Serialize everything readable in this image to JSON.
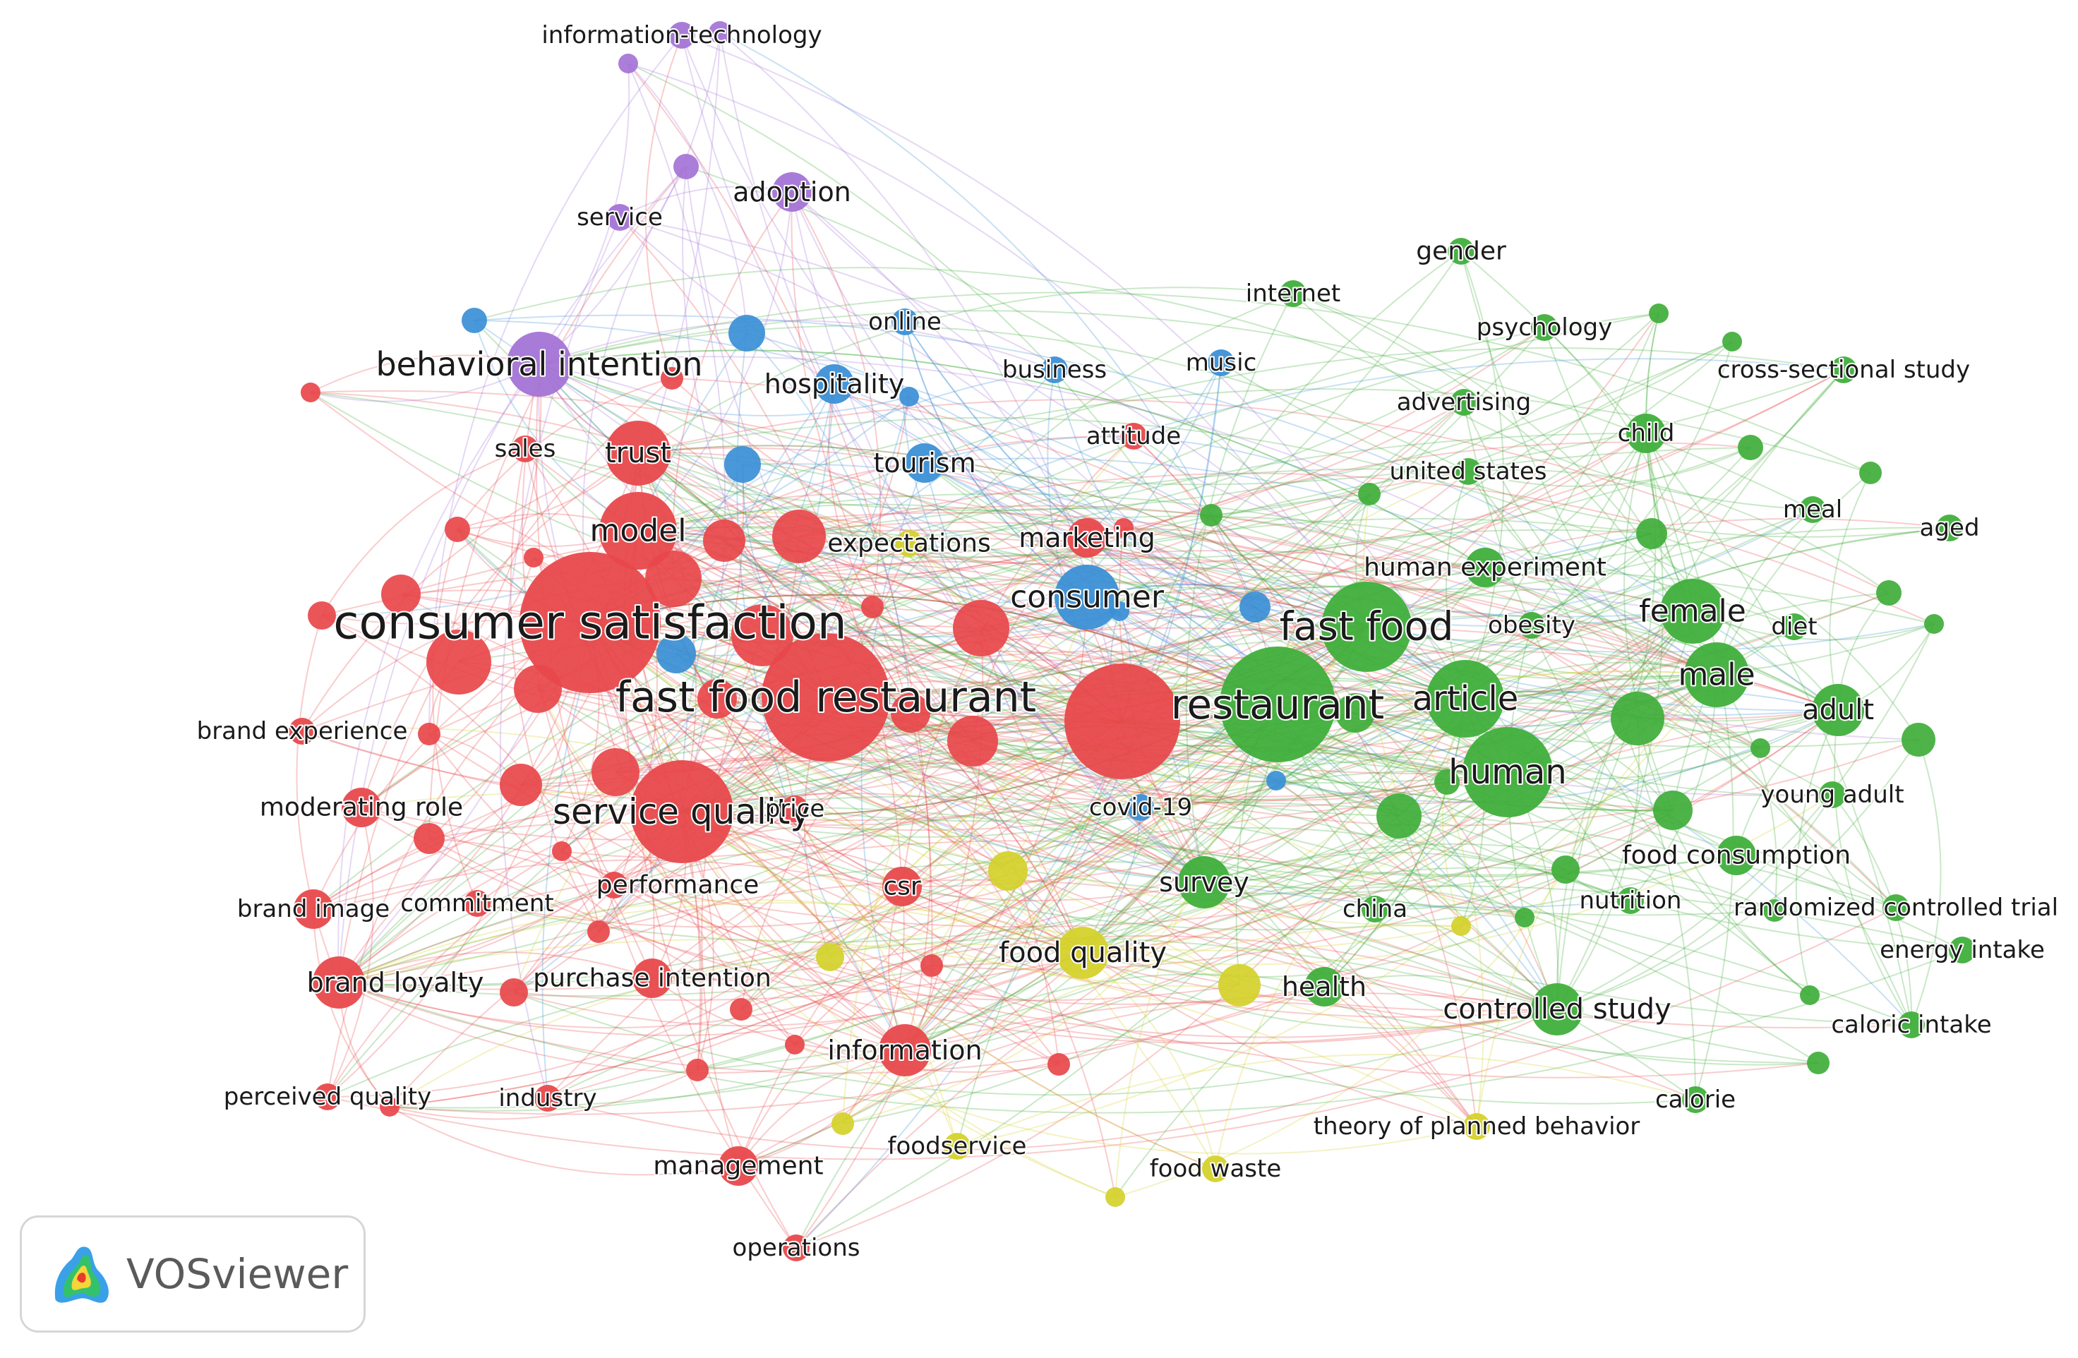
{
  "app": {
    "brand_text": "VOSviewer",
    "logo_icon": "vosviewer-density-logo-icon"
  },
  "clusters": {
    "red": "#e8474a",
    "green": "#3fae3a",
    "blue": "#3a8fd6",
    "yellow": "#d4d12a",
    "purple": "#a473d6"
  },
  "nodes": [
    {
      "id": "consumer-satisfaction",
      "label": "consumer satisfaction",
      "cluster": "red",
      "weight": 10
    },
    {
      "id": "fast-food-restaurant",
      "label": "fast food restaurant",
      "cluster": "red",
      "weight": 9
    },
    {
      "id": "service-quality",
      "label": "service quality",
      "cluster": "red",
      "weight": 7
    },
    {
      "id": "model",
      "label": "model",
      "cluster": "red",
      "weight": 5
    },
    {
      "id": "trust",
      "label": "trust",
      "cluster": "red",
      "weight": 4
    },
    {
      "id": "sales",
      "label": "sales",
      "cluster": "red",
      "weight": 1
    },
    {
      "id": "marketing",
      "label": "marketing",
      "cluster": "red",
      "weight": 2
    },
    {
      "id": "attitude",
      "label": "attitude",
      "cluster": "red",
      "weight": 1
    },
    {
      "id": "brand-experience",
      "label": "brand experience",
      "cluster": "red",
      "weight": 1
    },
    {
      "id": "moderating-role",
      "label": "moderating role",
      "cluster": "red",
      "weight": 2
    },
    {
      "id": "brand-image",
      "label": "brand image",
      "cluster": "red",
      "weight": 2
    },
    {
      "id": "commitment",
      "label": "commitment",
      "cluster": "red",
      "weight": 1
    },
    {
      "id": "performance",
      "label": "performance",
      "cluster": "red",
      "weight": 1
    },
    {
      "id": "price",
      "label": "price",
      "cluster": "red",
      "weight": 1
    },
    {
      "id": "csr",
      "label": "csr",
      "cluster": "red",
      "weight": 2
    },
    {
      "id": "brand-loyalty",
      "label": "brand loyalty",
      "cluster": "red",
      "weight": 3
    },
    {
      "id": "purchase-intention",
      "label": "purchase intention",
      "cluster": "red",
      "weight": 2
    },
    {
      "id": "information",
      "label": "information",
      "cluster": "red",
      "weight": 3
    },
    {
      "id": "perceived-quality",
      "label": "perceived quality",
      "cluster": "red",
      "weight": 1
    },
    {
      "id": "industry",
      "label": "industry",
      "cluster": "red",
      "weight": 1
    },
    {
      "id": "management",
      "label": "management",
      "cluster": "red",
      "weight": 2
    },
    {
      "id": "operations",
      "label": "operations",
      "cluster": "red",
      "weight": 1
    },
    {
      "id": "restaurant-red",
      "label": "",
      "cluster": "red",
      "weight": 8
    },
    {
      "id": "restaurant",
      "label": "restaurant",
      "cluster": "green",
      "weight": 8
    },
    {
      "id": "fast-food",
      "label": "fast food",
      "cluster": "green",
      "weight": 6
    },
    {
      "id": "article",
      "label": "article",
      "cluster": "green",
      "weight": 5
    },
    {
      "id": "human",
      "label": "human",
      "cluster": "green",
      "weight": 6
    },
    {
      "id": "female",
      "label": "female",
      "cluster": "green",
      "weight": 4
    },
    {
      "id": "male",
      "label": "male",
      "cluster": "green",
      "weight": 4
    },
    {
      "id": "adult",
      "label": "adult",
      "cluster": "green",
      "weight": 3
    },
    {
      "id": "obesity",
      "label": "obesity",
      "cluster": "green",
      "weight": 1
    },
    {
      "id": "diet",
      "label": "diet",
      "cluster": "green",
      "weight": 1
    },
    {
      "id": "human-experiment",
      "label": "human experiment",
      "cluster": "green",
      "weight": 2
    },
    {
      "id": "gender",
      "label": "gender",
      "cluster": "green",
      "weight": 1
    },
    {
      "id": "internet",
      "label": "internet",
      "cluster": "green",
      "weight": 1
    },
    {
      "id": "psychology",
      "label": "psychology",
      "cluster": "green",
      "weight": 1
    },
    {
      "id": "advertising",
      "label": "advertising",
      "cluster": "green",
      "weight": 1
    },
    {
      "id": "cross-sectional-study",
      "label": "cross-sectional study",
      "cluster": "green",
      "weight": 1
    },
    {
      "id": "child",
      "label": "child",
      "cluster": "green",
      "weight": 2
    },
    {
      "id": "united-states",
      "label": "united states",
      "cluster": "green",
      "weight": 1
    },
    {
      "id": "meal",
      "label": "meal",
      "cluster": "green",
      "weight": 1
    },
    {
      "id": "aged",
      "label": "aged",
      "cluster": "green",
      "weight": 1
    },
    {
      "id": "young-adult",
      "label": "young adult",
      "cluster": "green",
      "weight": 1
    },
    {
      "id": "food-consumption",
      "label": "food consumption",
      "cluster": "green",
      "weight": 2
    },
    {
      "id": "randomized-controlled-trial",
      "label": "randomized controlled trial",
      "cluster": "green",
      "weight": 1
    },
    {
      "id": "nutrition",
      "label": "nutrition",
      "cluster": "green",
      "weight": 1
    },
    {
      "id": "energy-intake",
      "label": "energy intake",
      "cluster": "green",
      "weight": 1
    },
    {
      "id": "controlled-study",
      "label": "controlled study",
      "cluster": "green",
      "weight": 3
    },
    {
      "id": "caloric-intake",
      "label": "caloric intake",
      "cluster": "green",
      "weight": 1
    },
    {
      "id": "calorie",
      "label": "calorie",
      "cluster": "green",
      "weight": 1
    },
    {
      "id": "survey",
      "label": "survey",
      "cluster": "green",
      "weight": 3
    },
    {
      "id": "health",
      "label": "health",
      "cluster": "green",
      "weight": 2
    },
    {
      "id": "china",
      "label": "china",
      "cluster": "green",
      "weight": 1
    },
    {
      "id": "consumer",
      "label": "consumer",
      "cluster": "blue",
      "weight": 4
    },
    {
      "id": "hospitality",
      "label": "hospitality",
      "cluster": "blue",
      "weight": 2
    },
    {
      "id": "tourism",
      "label": "tourism",
      "cluster": "blue",
      "weight": 2
    },
    {
      "id": "online",
      "label": "online",
      "cluster": "blue",
      "weight": 1
    },
    {
      "id": "business",
      "label": "business",
      "cluster": "blue",
      "weight": 1
    },
    {
      "id": "music",
      "label": "music",
      "cluster": "blue",
      "weight": 1
    },
    {
      "id": "covid-19",
      "label": "covid-19",
      "cluster": "blue",
      "weight": 1
    },
    {
      "id": "expectations",
      "label": "expectations",
      "cluster": "yellow",
      "weight": 1
    },
    {
      "id": "food-quality",
      "label": "food quality",
      "cluster": "yellow",
      "weight": 3
    },
    {
      "id": "theory-of-planned-behavior",
      "label": "theory of planned behavior",
      "cluster": "yellow",
      "weight": 1
    },
    {
      "id": "foodservice",
      "label": "foodservice",
      "cluster": "yellow",
      "weight": 1
    },
    {
      "id": "food-waste",
      "label": "food waste",
      "cluster": "yellow",
      "weight": 1
    },
    {
      "id": "behavioral-intention",
      "label": "behavioral intention",
      "cluster": "purple",
      "weight": 4
    },
    {
      "id": "adoption",
      "label": "adoption",
      "cluster": "purple",
      "weight": 2
    },
    {
      "id": "service",
      "label": "service",
      "cluster": "purple",
      "weight": 1
    },
    {
      "id": "information-technology",
      "label": "information-technology",
      "cluster": "purple",
      "weight": 1
    }
  ]
}
